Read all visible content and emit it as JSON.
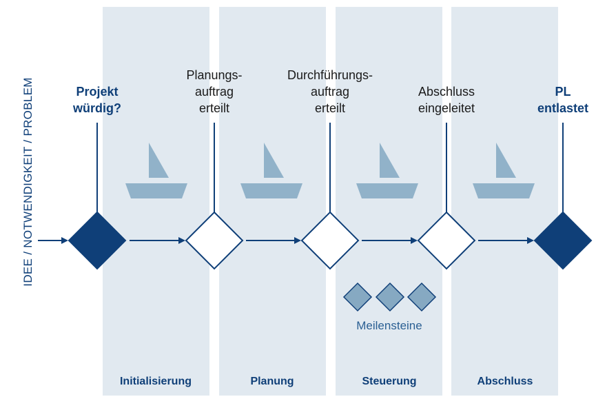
{
  "side_label": "IDEE / NOTWENDIGKEIT / PROBLEM",
  "gates": [
    {
      "lines": [
        "Projekt",
        "würdig?"
      ],
      "bold": true
    },
    {
      "lines": [
        "Planungs-",
        "auftrag",
        "erteilt"
      ],
      "bold": false
    },
    {
      "lines": [
        "Durchführungs-",
        "auftrag",
        "erteilt"
      ],
      "bold": false
    },
    {
      "lines": [
        "Abschluss",
        "eingeleitet"
      ],
      "bold": false
    },
    {
      "lines": [
        "PL",
        "entlastet"
      ],
      "bold": true
    }
  ],
  "phases": [
    "Initialisierung",
    "Planung",
    "Steuerung",
    "Abschluss"
  ],
  "milestones_label": "Meilensteine",
  "icons": {
    "boat": "sailboat-icon",
    "gate": "diamond-icon",
    "milestone": "milestone-diamond-icon"
  },
  "colors": {
    "band": "#e1e9f0",
    "dark_blue": "#0f3f78",
    "boat": "#91b2c9",
    "milestone": "#86a9c2",
    "text": "#1a1a1a"
  }
}
